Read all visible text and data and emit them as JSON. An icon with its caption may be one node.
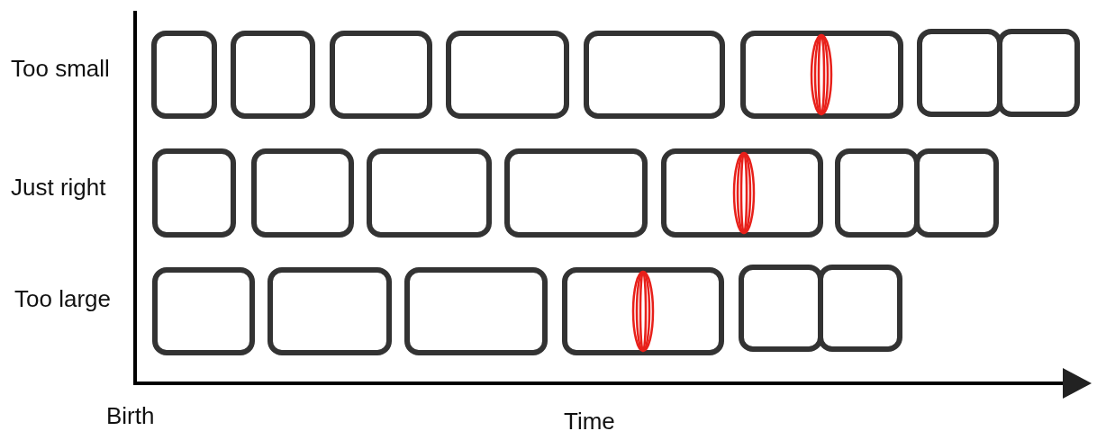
{
  "diagram": {
    "labels": [
      "Too small",
      "Just right",
      "Too large",
      "Birth",
      "Time"
    ]
  }
}
